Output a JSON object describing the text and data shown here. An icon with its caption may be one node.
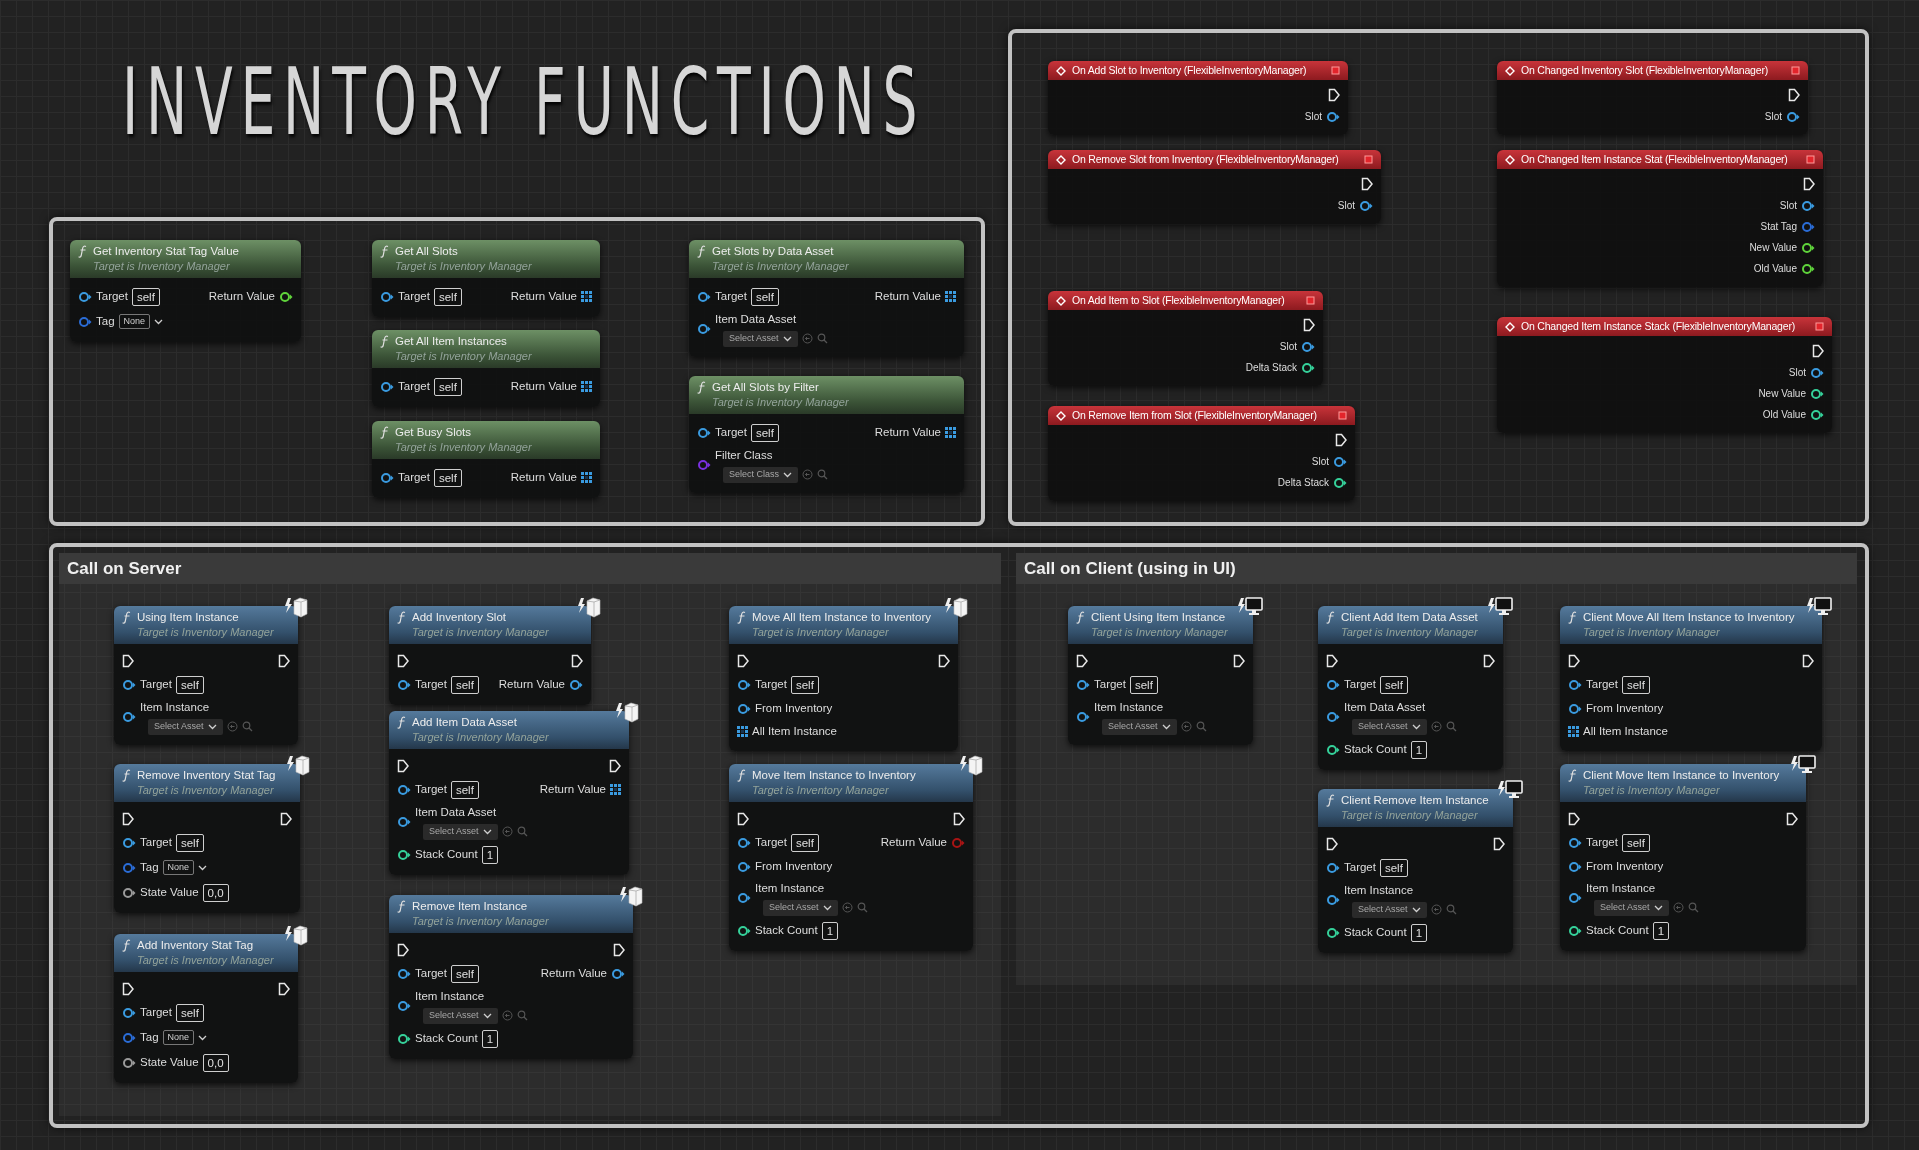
{
  "diagram": {
    "title": "INVENTORY FUNCTIONS",
    "nodes": [
      {
        "text": [],
        "shape": "box"
      },
      {
        "text": [
          "Get Inventory Stat Tag Value",
          "Target is Inventory Manager",
          "Target",
          "self",
          "Return Value",
          "Tag",
          "None"
        ],
        "in": 0
      },
      {
        "text": [
          "Get All Slots",
          "Target is Inventory Manager",
          "Target",
          "self",
          "Return Value"
        ],
        "in": 0
      },
      {
        "text": [
          "Get All Item Instances",
          "Target is Inventory Manager",
          "Target",
          "self",
          "Return Value"
        ],
        "in": 0
      },
      {
        "text": [
          "Get Busy Slots",
          "Target is Inventory Manager",
          "Target",
          "self",
          "Return Value"
        ],
        "in": 0
      },
      {
        "text": [
          "Get Slots by Data Asset",
          "Target is Inventory Manager",
          "Target",
          "self",
          "Return Value",
          "Item Data Asset",
          "Select Asset"
        ],
        "in": 0
      },
      {
        "text": [
          "Get All Slots by Filter",
          "Target is Inventory Manager",
          "Target",
          "self",
          "Return Value",
          "Filter Class",
          "Select Class"
        ],
        "in": 0
      },
      {
        "text": [],
        "shape": "box"
      },
      {
        "text": [
          "On Add Slot to Inventory (FlexibleInventoryManager)",
          "Slot"
        ],
        "in": 7
      },
      {
        "text": [
          "On Changed Inventory Slot (FlexibleInventoryManager)",
          "Slot"
        ],
        "in": 7
      },
      {
        "text": [
          "On Remove Slot from Inventory (FlexibleInventoryManager)",
          "Slot"
        ],
        "in": 7
      },
      {
        "text": [
          "On Changed Item Instance Stat (FlexibleInventoryManager)",
          "Slot",
          "Stat Tag",
          "New Value",
          "Old Value"
        ],
        "in": 7
      },
      {
        "text": [
          "On Add Item to Slot (FlexibleInventoryManager)",
          "Slot",
          "Delta Stack"
        ],
        "in": 7
      },
      {
        "text": [
          "On Changed Item Instance Stack (FlexibleInventoryManager)",
          "Slot",
          "New Value",
          "Old Value"
        ],
        "in": 7
      },
      {
        "text": [
          "On Remove Item from Slot (FlexibleInventoryManager)",
          "Slot",
          "Delta Stack"
        ],
        "in": 7
      },
      {
        "text": [],
        "shape": "box"
      },
      {
        "text": [
          "Call on Server"
        ],
        "in": 15
      },
      {
        "text": [
          "Using Item Instance",
          "Target is Inventory Manager",
          "Target",
          "self",
          "Item Instance",
          "Select Asset"
        ],
        "in": 16
      },
      {
        "text": [
          "Remove Inventory Stat Tag",
          "Target is Inventory Manager",
          "Target",
          "self",
          "Tag",
          "None",
          "State Value",
          "0,0"
        ],
        "in": 16
      },
      {
        "text": [
          "Add Inventory Stat Tag",
          "Target is Inventory Manager",
          "Target",
          "self",
          "Tag",
          "None",
          "State Value",
          "0,0"
        ],
        "in": 16
      },
      {
        "text": [
          "Add Inventory Slot",
          "Target is Inventory Manager",
          "Target",
          "self",
          "Return Value"
        ],
        "in": 16
      },
      {
        "text": [
          "Add Item Data Asset",
          "Target is Inventory Manager",
          "Target",
          "self",
          "Return Value",
          "Item Data Asset",
          "Select Asset",
          "Stack Count",
          "1"
        ],
        "in": 16
      },
      {
        "text": [
          "Remove Item Instance",
          "Target is Inventory Manager",
          "Target",
          "self",
          "Return Value",
          "Item Instance",
          "Select Asset",
          "Stack Count",
          "1"
        ],
        "in": 16
      },
      {
        "text": [
          "Move All Item Instance to Inventory",
          "Target is Inventory Manager",
          "Target",
          "self",
          "From Inventory",
          "All Item Instance"
        ],
        "in": 16
      },
      {
        "text": [
          "Move Item Instance to Inventory",
          "Target is Inventory Manager",
          "Target",
          "self",
          "Return Value",
          "From Inventory",
          "Item Instance",
          "Select Asset",
          "Stack Count",
          "1"
        ],
        "in": 16
      },
      {
        "text": [
          "Call on Client (using in UI)"
        ],
        "in": 15
      },
      {
        "text": [
          "Client Using Item Instance",
          "Target is Inventory Manager",
          "Target",
          "self",
          "Item Instance",
          "Select Asset"
        ],
        "in": 25
      },
      {
        "text": [
          "Client Add Item Data Asset",
          "Target is Inventory Manager",
          "Target",
          "self",
          "Item Data Asset",
          "Select Asset",
          "Stack Count",
          "1"
        ],
        "in": 25
      },
      {
        "text": [
          "Client Remove Item Instance",
          "Target is Inventory Manager",
          "Target",
          "self",
          "Item Instance",
          "Select Asset",
          "Stack Count",
          "1"
        ],
        "in": 25
      },
      {
        "text": [
          "Client Move All Item Instance to Inventory",
          "Target is Inventory Manager",
          "Target",
          "self",
          "From Inventory",
          "All Item Instance"
        ],
        "in": 25
      },
      {
        "text": [
          "Client Move Item Instance to Inventory",
          "Target is Inventory Manager",
          "Target",
          "self",
          "From Inventory",
          "Item Instance",
          "Select Asset",
          "Stack Count",
          "1"
        ],
        "in": 25
      }
    ]
  }
}
